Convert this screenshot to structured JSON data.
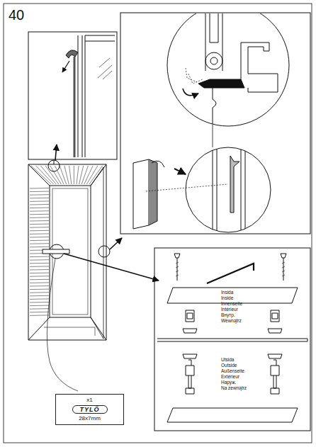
{
  "diagram": {
    "nodes": [
      {
        "text": [
          "x1",
          "TYLÖ",
          "28x7mm"
        ]
      }
    ],
    "labels": [
      "40",
      "Insida",
      "Inside",
      "Innenseite",
      "Intérieur",
      "Внутр.",
      "Wewnątrz",
      "Utsida",
      "Outside",
      "Außenseite",
      "Extérieur",
      "Наруж.",
      "Na zewnątrz"
    ]
  }
}
